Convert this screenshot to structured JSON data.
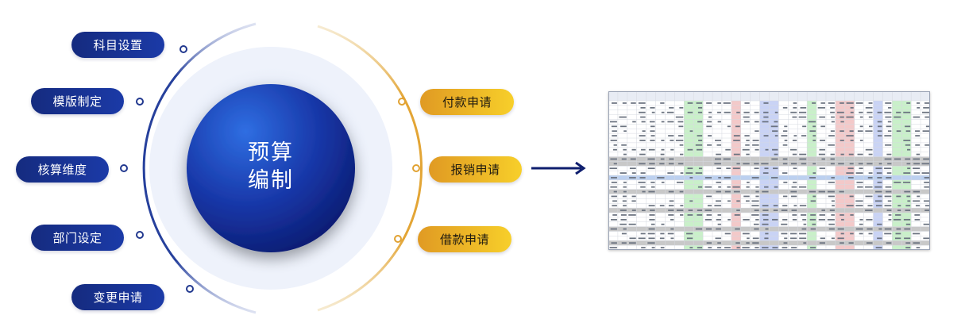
{
  "center": {
    "line1": "预算",
    "line2": "编制"
  },
  "left_items": [
    {
      "label": "科目设置"
    },
    {
      "label": "模版制定"
    },
    {
      "label": "核算维度"
    },
    {
      "label": "部门设定"
    },
    {
      "label": "变更申请"
    }
  ],
  "right_items": [
    {
      "label": "付款申请"
    },
    {
      "label": "报销申请"
    },
    {
      "label": "借款申请"
    }
  ],
  "colors": {
    "navy": "#1b2f8f",
    "gold": "#e5a22a",
    "center_dark": "#0a1f7a",
    "center_light": "#2f62d8",
    "arrow": "#0e1e6e"
  },
  "spreadsheet": {
    "icon": "budget-spreadsheet-thumbnail"
  }
}
